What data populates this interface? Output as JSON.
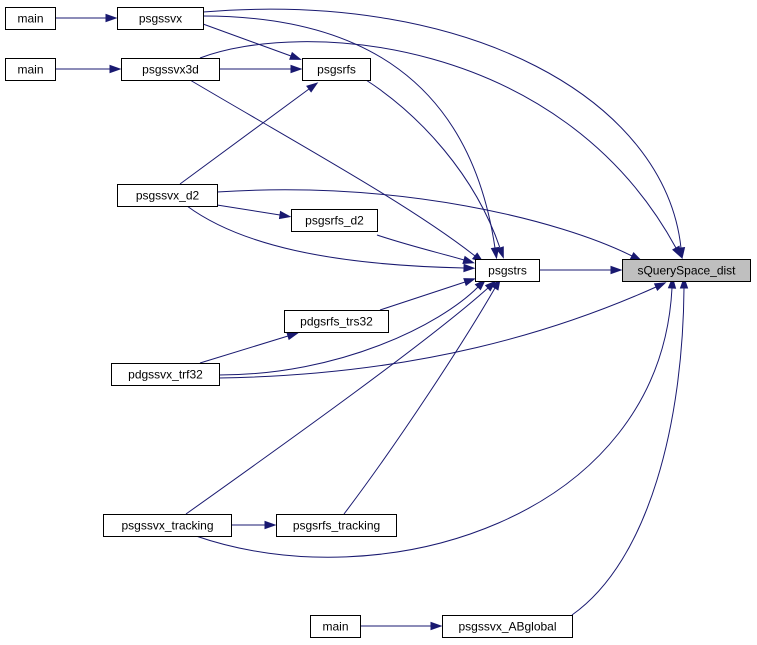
{
  "graph": {
    "node_labels": {
      "main_a": "main",
      "main_b": "main",
      "main_c": "main",
      "psgssvx": "psgssvx",
      "psgssvx3d": "psgssvx3d",
      "psgsrfs": "psgsrfs",
      "psgssvx_d2": "psgssvx_d2",
      "psgsrfs_d2": "psgsrfs_d2",
      "psgstrs": "psgstrs",
      "squeryspace_dist": "sQuerySpace_dist",
      "pdgsrfs_trs32": "pdgsrfs_trs32",
      "pdgssvx_trf32": "pdgssvx_trf32",
      "psgssvx_tracking": "psgssvx_tracking",
      "psgsrfs_tracking": "psgsrfs_tracking",
      "psgssvx_abglobal": "psgssvx_ABglobal"
    },
    "root_node": "squeryspace_dist",
    "colors": {
      "edge": "#191970",
      "node_border": "#000000",
      "node_fill": "#ffffff",
      "root_fill": "#bfbfbf"
    },
    "edges": [
      {
        "from": "main_a",
        "to": "psgssvx"
      },
      {
        "from": "main_b",
        "to": "psgssvx3d"
      },
      {
        "from": "main_c",
        "to": "psgssvx_abglobal"
      },
      {
        "from": "psgssvx",
        "to": "psgsrfs"
      },
      {
        "from": "psgssvx3d",
        "to": "psgsrfs"
      },
      {
        "from": "psgssvx_d2",
        "to": "psgsrfs"
      },
      {
        "from": "psgssvx_d2",
        "to": "psgsrfs_d2"
      },
      {
        "from": "pdgssvx_trf32",
        "to": "pdgsrfs_trs32"
      },
      {
        "from": "psgssvx_tracking",
        "to": "psgsrfs_tracking"
      },
      {
        "from": "psgssvx",
        "to": "psgstrs"
      },
      {
        "from": "psgssvx3d",
        "to": "psgstrs"
      },
      {
        "from": "psgsrfs",
        "to": "psgstrs"
      },
      {
        "from": "psgssvx_d2",
        "to": "psgstrs"
      },
      {
        "from": "psgsrfs_d2",
        "to": "psgstrs"
      },
      {
        "from": "pdgsrfs_trs32",
        "to": "psgstrs"
      },
      {
        "from": "pdgssvx_trf32",
        "to": "psgstrs"
      },
      {
        "from": "psgssvx_tracking",
        "to": "psgstrs"
      },
      {
        "from": "psgsrfs_tracking",
        "to": "psgstrs"
      },
      {
        "from": "psgstrs",
        "to": "squeryspace_dist"
      },
      {
        "from": "psgssvx",
        "to": "squeryspace_dist"
      },
      {
        "from": "psgssvx3d",
        "to": "squeryspace_dist"
      },
      {
        "from": "psgssvx_d2",
        "to": "squeryspace_dist"
      },
      {
        "from": "pdgssvx_trf32",
        "to": "squeryspace_dist"
      },
      {
        "from": "psgssvx_tracking",
        "to": "squeryspace_dist"
      },
      {
        "from": "psgssvx_abglobal",
        "to": "squeryspace_dist"
      }
    ]
  }
}
